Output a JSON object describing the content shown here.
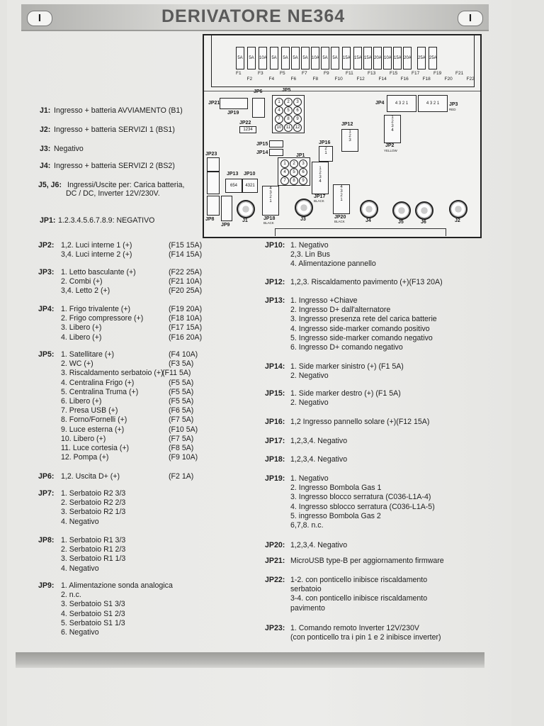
{
  "header": {
    "title": "DERIVATORE NE364",
    "badge_left": "I",
    "badge_right": "I"
  },
  "fuses": {
    "values": [
      "5A",
      "5A",
      "10A",
      "5A",
      "5A",
      "5A",
      "5A",
      "10A",
      "5A",
      "5A",
      "15A",
      "15A",
      "15A",
      "20A",
      "10A",
      "15A",
      "20A",
      "25A",
      "25A"
    ],
    "labels": [
      "F1",
      "F2",
      "F3",
      "F4",
      "F5",
      "F6",
      "F7",
      "F8",
      "F9",
      "F10",
      "F11",
      "F12",
      "F13",
      "F14",
      "F15",
      "F16",
      "F17",
      "F18",
      "F19",
      "F20",
      "F21",
      "F22"
    ]
  },
  "board": {
    "jp21": "JP21",
    "jp19": "JP19",
    "jp6": "JP6",
    "jp5": "JP5",
    "jp4": "JP4",
    "jp3": "JP3",
    "jp3_color": "RED",
    "jp22": "JP22",
    "jp12": "JP12",
    "jp15": "JP15",
    "jp14": "JP14",
    "jp16": "JP16",
    "jp2": "JP2",
    "jp2_color": "YELLOW",
    "jp23": "JP23",
    "jp13": "JP13",
    "jp10": "JP10",
    "jp1": "JP1",
    "jp17": "JP17",
    "jp17_color": "BLACK",
    "jp18": "JP18",
    "jp18_color": "BLACK",
    "jp20": "JP20",
    "jp20_color": "BLACK",
    "jp8": "JP8",
    "jp9": "JP9",
    "j1": "J1",
    "j3": "J3",
    "j4": "J4",
    "j5": "J5",
    "j6": "J6",
    "j2": "J2"
  },
  "left_info": [
    {
      "key": "J1:",
      "text": "Ingresso + batteria AVVIAMENTO (B1)"
    },
    {
      "key": "J2:",
      "text": "Ingresso + batteria SERVIZI 1 (BS1)"
    },
    {
      "key": "J3:",
      "text": "Negativo"
    },
    {
      "key": "J4:",
      "text": "Ingresso + batteria SERVIZI 2  (BS2)"
    },
    {
      "key": "J5, J6:",
      "text": "Ingressi/Uscite per: Carica batteria,",
      "text2": "DC / DC,  Inverter 12V/230V."
    },
    {
      "key": "JP1:",
      "text": "1.2.3.4.5.6.7.8.9: NEGATIVO"
    }
  ],
  "left_col": [
    {
      "key": "JP2:",
      "rows": [
        [
          "1,2. Luci interne 1 (+)",
          "(F15 15A)"
        ],
        [
          "3,4. Luci interne 2 (+)",
          "(F14 15A)"
        ]
      ]
    },
    {
      "key": "JP3:",
      "rows": [
        [
          "1. Letto basculante (+)",
          "(F22 25A)"
        ],
        [
          "2. Combi (+)",
          "(F21 10A)"
        ],
        [
          "3,4. Letto 2 (+)",
          "(F20 25A)"
        ]
      ]
    },
    {
      "key": "JP4:",
      "rows": [
        [
          "1. Frigo trivalente (+)",
          "(F19 20A)"
        ],
        [
          "2. Frigo compressore (+)",
          "(F18 10A)"
        ],
        [
          "3. Libero (+)",
          "(F17 15A)"
        ],
        [
          "4. Libero (+)",
          "(F16 20A)"
        ]
      ]
    },
    {
      "key": "JP5:",
      "rows": [
        [
          "1. Satellitare (+)",
          "(F4 10A)"
        ],
        [
          "2. WC (+)",
          "(F3 5A)"
        ],
        [
          "3. Riscaldamento serbatoio (+)",
          "(F11 5A)"
        ],
        [
          "4. Centralina Frigo (+)",
          "(F5 5A)"
        ],
        [
          "5. Centralina Truma (+)",
          "(F5 5A)"
        ],
        [
          "6. Libero (+)",
          "(F5 5A)"
        ],
        [
          "7. Presa USB (+)",
          "(F6 5A)"
        ],
        [
          "8. Forno/Fornelli (+)",
          "(F7 5A)"
        ],
        [
          "9. Luce esterna (+)",
          "(F10 5A)"
        ],
        [
          "10. Libero (+)",
          "(F7 5A)"
        ],
        [
          "11. Luce cortesia (+)",
          "(F8 5A)"
        ],
        [
          "12. Pompa (+)",
          "(F9 10A)"
        ]
      ]
    },
    {
      "key": "JP6:",
      "rows": [
        [
          "1,2. Uscita D+ (+)",
          "(F2 1A)"
        ]
      ]
    },
    {
      "key": "JP7:",
      "rows": [
        [
          "1. Serbatoio R2 3/3",
          ""
        ],
        [
          "2. Serbatoio R2 2/3",
          ""
        ],
        [
          "3. Serbatoio R2 1/3",
          ""
        ],
        [
          "4. Negativo",
          ""
        ]
      ]
    },
    {
      "key": "JP8:",
      "rows": [
        [
          "1. Serbatoio R1 3/3",
          ""
        ],
        [
          "2. Serbatoio R1 2/3",
          ""
        ],
        [
          "3. Serbatoio R1 1/3",
          ""
        ],
        [
          "4. Negativo",
          ""
        ]
      ]
    },
    {
      "key": "JP9:",
      "rows": [
        [
          "1. Alimentazione sonda analogica",
          ""
        ],
        [
          "2. n.c.",
          ""
        ],
        [
          "3. Serbatoio S1 3/3",
          ""
        ],
        [
          "4. Serbatoio S1 2/3",
          ""
        ],
        [
          "5. Serbatoio S1 1/3",
          ""
        ],
        [
          "6. Negativo",
          ""
        ]
      ]
    }
  ],
  "right_col": [
    {
      "key": "JP10:",
      "rows": [
        "1. Negativo",
        "2,3. Lin Bus",
        "4. Alimentazione pannello"
      ]
    },
    {
      "key": "JP12:",
      "rows": [
        "1,2,3. Riscaldamento pavimento (+)(F13 20A)"
      ]
    },
    {
      "key": "JP13:",
      "rows": [
        "1. Ingresso +Chiave",
        "2. Ingresso D+ dall'alternatore",
        "3. Ingresso presenza rete del carica batterie",
        "4. Ingresso side-marker comando positivo",
        "5. Ingresso side-marker comando negativo",
        "6. Ingresso D+ comando negativo"
      ]
    },
    {
      "key": "JP14:",
      "rows": [
        "1. Side marker sinistro (+)        (F1 5A)",
        "2. Negativo"
      ]
    },
    {
      "key": "JP15:",
      "rows": [
        "1. Side marker destro (+)          (F1 5A)",
        "2. Negativo"
      ]
    },
    {
      "key": "JP16:",
      "rows": [
        "1,2 Ingresso pannello solare (+)(F12 15A)"
      ]
    },
    {
      "key": "JP17:",
      "rows": [
        "1,2,3,4. Negativo"
      ]
    },
    {
      "key": "JP18:",
      "rows": [
        "1,2,3,4. Negativo"
      ]
    },
    {
      "key": "JP19:",
      "rows": [
        "1. Negativo",
        "2. Ingresso Bombola Gas 1",
        "3. Ingresso blocco serratura (C036-L1A-4)",
        "4. Ingresso sblocco serratura (C036-L1A-5)",
        "5. ingresso Bombola Gas 2",
        "6,7,8. n.c."
      ]
    },
    {
      "key": "JP20:",
      "rows": [
        "1,2,3,4. Negativo"
      ]
    },
    {
      "key": "JP21:",
      "rows": [
        "MicroUSB type-B per aggiornamento firmware"
      ]
    },
    {
      "key": "JP22:",
      "rows": [
        "1-2. con ponticello inibisce riscaldamento",
        "        serbatoio",
        "3-4. con ponticello inibisce riscaldamento",
        "        pavimento"
      ]
    },
    {
      "key": "JP23:",
      "rows": [
        "1. Comando remoto Inverter 12V/230V",
        "(con ponticello tra i pin 1 e 2 inibisce inverter)"
      ]
    }
  ]
}
